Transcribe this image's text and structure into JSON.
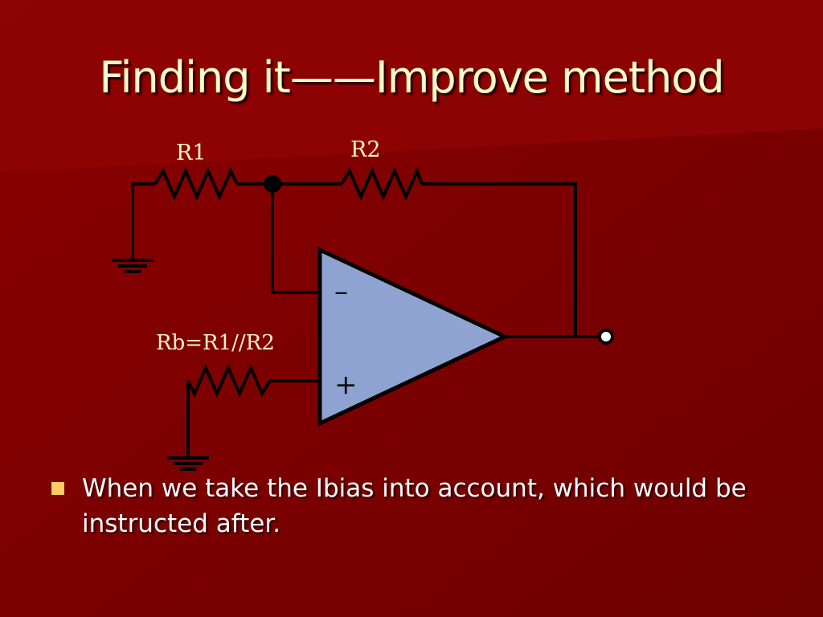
{
  "slide": {
    "title": "Finding it——Improve method",
    "circuit": {
      "r1_label": "R1",
      "r2_label": "R2",
      "rb_label": "Rb=R1//R2",
      "minus_sign": "–",
      "plus_sign": "+",
      "opamp_color": "#8fa3d3",
      "wire_color": "#000000"
    },
    "bullets": [
      {
        "text": "When we take the Ibias into account, which would be instructed after."
      }
    ],
    "colors": {
      "background": "#7c0000",
      "title": "#ffffc8",
      "bullet_marker": "#ffcc66",
      "body_text": "#ffffff"
    }
  }
}
